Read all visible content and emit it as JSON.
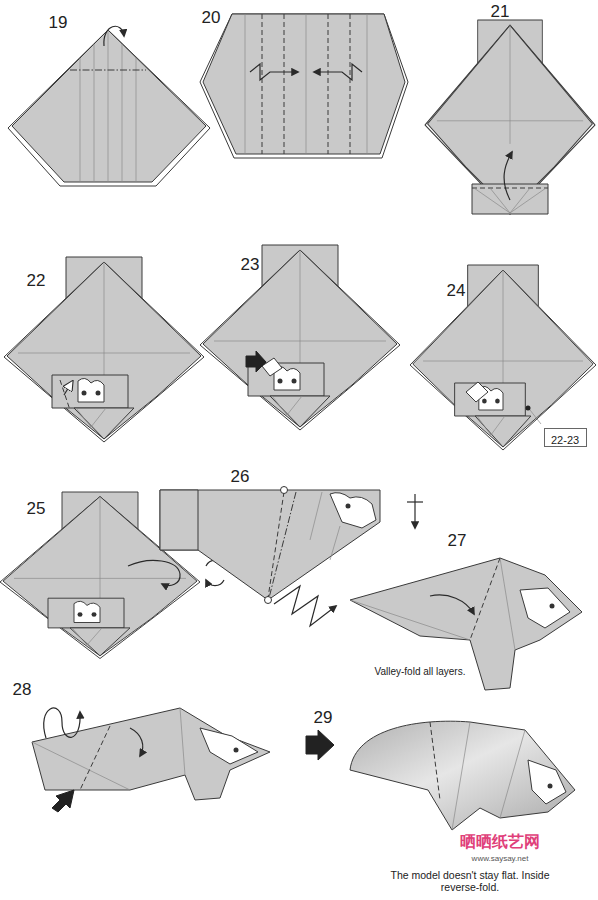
{
  "diagram": {
    "nodes": [
      {
        "text": [
          "22-23"
        ]
      }
    ],
    "labels": [
      "19",
      "20",
      "21",
      "22",
      "23",
      "24",
      "25",
      "26",
      "27",
      "28",
      "29",
      "Valley-fold all layers.",
      "The model doesn't stay flat. Inside reverse-fold.",
      "晒晒纸艺网",
      "www.saysay.net"
    ]
  }
}
